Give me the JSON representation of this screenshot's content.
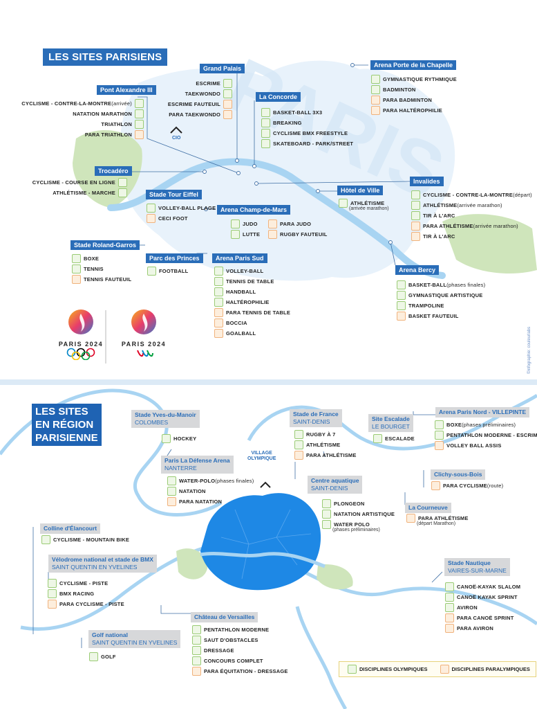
{
  "top": {
    "title": "LES SITES PARISIENS",
    "watermark": "PARIS",
    "credit": "©infographie: couleurlabs",
    "cio": "CIO",
    "logo_text": "PARIS 2024",
    "venues": [
      {
        "id": "grand-palais",
        "name": "Grand Palais",
        "side": "right",
        "items": [
          {
            "t": "ESCRIME",
            "k": "o"
          },
          {
            "t": "TAEKWONDO",
            "k": "o"
          },
          {
            "t": "ESCRIME FAUTEUIL",
            "k": "p"
          },
          {
            "t": "PARA TAEKWONDO",
            "k": "p"
          }
        ]
      },
      {
        "id": "pont-alexandre",
        "name": "Pont Alexandre III",
        "side": "right",
        "items": [
          {
            "t": "CYCLISME - CONTRE-LA-MONTRE",
            "n": "(arrivée)",
            "k": "o"
          },
          {
            "t": "NATATION MARATHON",
            "k": "o"
          },
          {
            "t": "TRIATHLON",
            "k": "o"
          },
          {
            "t": "PARA TRIATHLON",
            "k": "p"
          }
        ]
      },
      {
        "id": "concorde",
        "name": "La Concorde",
        "side": "left",
        "items": [
          {
            "t": "BASKET-BALL 3X3",
            "k": "o"
          },
          {
            "t": "BREAKING",
            "k": "o"
          },
          {
            "t": "CYCLISME BMX FREESTYLE",
            "k": "o"
          },
          {
            "t": "SKATEBOARD - PARK/STREET",
            "k": "o"
          }
        ]
      },
      {
        "id": "porte-chapelle",
        "name": "Arena Porte de la Chapelle",
        "side": "left",
        "items": [
          {
            "t": "GYMNASTIQUE RYTHMIQUE",
            "k": "o"
          },
          {
            "t": "BADMINTON",
            "k": "o"
          },
          {
            "t": "PARA BADMINTON",
            "k": "p"
          },
          {
            "t": "PARA HALTÉROPHILIE",
            "k": "p"
          }
        ]
      },
      {
        "id": "trocadero",
        "name": "Trocadéro",
        "side": "right",
        "items": [
          {
            "t": "CYCLISME - COURSE EN LIGNE",
            "k": "o"
          },
          {
            "t": "ATHLÉTISME - MARCHE",
            "k": "o"
          }
        ]
      },
      {
        "id": "tour-eiffel",
        "name": "Stade Tour Eiffel",
        "side": "left",
        "items": [
          {
            "t": "VOLLEY-BALL PLAGE",
            "k": "o"
          },
          {
            "t": "CECI FOOT",
            "k": "p"
          }
        ]
      },
      {
        "id": "champ-mars",
        "name": "Arena Champ-de-Mars",
        "side": "left",
        "items": [
          {
            "t": "JUDO",
            "k": "o"
          },
          {
            "t": "LUTTE",
            "k": "o"
          }
        ],
        "items2": [
          {
            "t": "PARA JUDO",
            "k": "p"
          },
          {
            "t": "RUGBY FAUTEUIL",
            "k": "p"
          }
        ]
      },
      {
        "id": "hotel-ville",
        "name": "Hôtel de Ville",
        "side": "left",
        "items": [
          {
            "t": "ATHLÉTISME",
            "k": "o"
          }
        ],
        "note": "(arrivée marathon)"
      },
      {
        "id": "invalides",
        "name": "Invalides",
        "side": "left",
        "items": [
          {
            "t": "CYCLISME - CONTRE-LA-MONTRE",
            "n": "(départ)",
            "k": "o"
          },
          {
            "t": "ATHLÉTISME",
            "n": "(arrivée marathon)",
            "k": "o"
          },
          {
            "t": "TIR À L'ARC",
            "k": "o"
          },
          {
            "t": "PARA ATHLÉTISME",
            "n": "(arrivée marathon)",
            "k": "p"
          },
          {
            "t": "TIR À L'ARC",
            "k": "p"
          }
        ]
      },
      {
        "id": "roland-garros",
        "name": "Stade Roland-Garros",
        "side": "left",
        "items": [
          {
            "t": "BOXE",
            "k": "o"
          },
          {
            "t": "TENNIS",
            "k": "o"
          },
          {
            "t": "TENNIS FAUTEUIL",
            "k": "p"
          }
        ]
      },
      {
        "id": "parc-princes",
        "name": "Parc des Princes",
        "side": "left",
        "items": [
          {
            "t": "FOOTBALL",
            "k": "o"
          }
        ]
      },
      {
        "id": "paris-sud",
        "name": "Arena Paris Sud",
        "side": "left",
        "items": [
          {
            "t": "VOLLEY-BALL",
            "k": "o"
          },
          {
            "t": "TENNIS DE TABLE",
            "k": "o"
          },
          {
            "t": "HANDBALL",
            "k": "o"
          },
          {
            "t": "HALTÉROPHILIE",
            "k": "o"
          },
          {
            "t": "PARA TENNIS DE TABLE",
            "k": "p"
          },
          {
            "t": "BOCCIA",
            "k": "p"
          },
          {
            "t": "GOALBALL",
            "k": "p"
          }
        ]
      },
      {
        "id": "bercy",
        "name": "Arena Bercy",
        "side": "left",
        "items": [
          {
            "t": "BASKET-BALL",
            "n": "(phases finales)",
            "k": "o"
          },
          {
            "t": "GYMNASTIQUE ARTISTIQUE",
            "k": "o"
          },
          {
            "t": "TRAMPOLINE",
            "k": "o"
          },
          {
            "t": "BASKET FAUTEUIL",
            "k": "p"
          }
        ]
      }
    ]
  },
  "bottom": {
    "title_lines": [
      "LES SITES",
      "EN RÉGION",
      "PARISIENNE"
    ],
    "village": [
      "VILLAGE",
      "OLYMPIQUE"
    ],
    "legend": {
      "olympic": "DISCIPLINES OLYMPIQUES",
      "paralympic": "DISCIPLINES PARALYMPIQUES"
    },
    "venues": [
      {
        "id": "yves-manoir",
        "name": "Stade Yves-du-Manoir",
        "sub": "COLOMBES",
        "items": [
          {
            "t": "HOCKEY",
            "k": "o"
          }
        ]
      },
      {
        "id": "stade-france",
        "name": "Stade de France",
        "sub": "SAINT-DENIS",
        "items": [
          {
            "t": "RUGBY À 7",
            "k": "o"
          },
          {
            "t": "ATHLÉTISME",
            "k": "o"
          },
          {
            "t": "PARA ATHLÉTISME",
            "k": "p"
          }
        ]
      },
      {
        "id": "escalade",
        "name": "Site Escalade",
        "sub": "LE BOURGET",
        "items": [
          {
            "t": "ESCALADE",
            "k": "o"
          }
        ]
      },
      {
        "id": "paris-nord",
        "name": "Arena Paris Nord - VILLEPINTE",
        "sub": "",
        "items": [
          {
            "t": "BOXE",
            "n": "(phases préliminaires)",
            "k": "o"
          },
          {
            "t": "PENTATHLON MODERNE - ESCRIME",
            "k": "o"
          },
          {
            "t": "VOLLEY BALL ASSIS",
            "k": "p"
          }
        ]
      },
      {
        "id": "defense",
        "name": "Paris La Défense Arena",
        "sub": "NANTERRE",
        "items": [
          {
            "t": "WATER-POLO",
            "n": "(phases finales)",
            "k": "o"
          },
          {
            "t": "NATATION",
            "k": "o"
          },
          {
            "t": "PARA NATATION",
            "k": "p"
          }
        ]
      },
      {
        "id": "aquatique",
        "name": "Centre aquatique",
        "sub": "SAINT-DENIS",
        "items": [
          {
            "t": "PLONGEON",
            "k": "o"
          },
          {
            "t": "NATATION ARTISTIQUE",
            "k": "o"
          },
          {
            "t": "WATER POLO",
            "k": "o"
          }
        ],
        "note": "(phases préliminaires)"
      },
      {
        "id": "clichy",
        "name": "Clichy-sous-Bois",
        "sub": "",
        "items": [
          {
            "t": "PARA CYCLISME",
            "n": "(route)",
            "k": "p"
          }
        ]
      },
      {
        "id": "courneuve",
        "name": "La Courneuve",
        "sub": "",
        "items": [
          {
            "t": "PARA ATHLÉTISME",
            "k": "p"
          }
        ],
        "note": "(départ Marathon)"
      },
      {
        "id": "elancourt",
        "name": "Colline d'Élancourt",
        "sub": "",
        "items": [
          {
            "t": "CYCLISME - MOUNTAIN BIKE",
            "k": "o"
          }
        ]
      },
      {
        "id": "velodrome",
        "name": "Vélodrome national et stade de BMX",
        "sub": "SAINT QUENTIN EN YVELINES",
        "items": [
          {
            "t": "CYCLISME - PISTE",
            "k": "o"
          },
          {
            "t": "BMX RACING",
            "k": "o"
          },
          {
            "t": "PARA CYCLISME - PISTE",
            "k": "p"
          }
        ]
      },
      {
        "id": "nautique",
        "name": "Stade Nautique",
        "sub": "VAIRES-SUR-MARNE",
        "items": [
          {
            "t": "CANOË-KAYAK SLALOM",
            "k": "o"
          },
          {
            "t": "CANOË KAYAK SPRINT",
            "k": "o"
          },
          {
            "t": "AVIRON",
            "k": "o"
          },
          {
            "t": "PARA CANOË SPRINT",
            "k": "p"
          },
          {
            "t": "PARA AVIRON",
            "k": "p"
          }
        ]
      },
      {
        "id": "versailles",
        "name": "Château de Versailles",
        "sub": "",
        "items": [
          {
            "t": "PENTATHLON MODERNE",
            "k": "o"
          },
          {
            "t": "SAUT D'OBSTACLES",
            "k": "o"
          },
          {
            "t": "DRESSAGE",
            "k": "o"
          },
          {
            "t": "CONCOURS COMPLET",
            "k": "o"
          },
          {
            "t": "PARA ÉQUITATION - DRESSAGE",
            "k": "p"
          }
        ]
      },
      {
        "id": "golf",
        "name": "Golf national",
        "sub": "SAINT QUENTIN EN YVELINES",
        "items": [
          {
            "t": "GOLF",
            "k": "o"
          }
        ]
      }
    ]
  },
  "colors": {
    "olympic": "#9acb74",
    "paralympic": "#f0b27c",
    "heading": "#2a6db8",
    "seine": "#a8d4f2"
  }
}
